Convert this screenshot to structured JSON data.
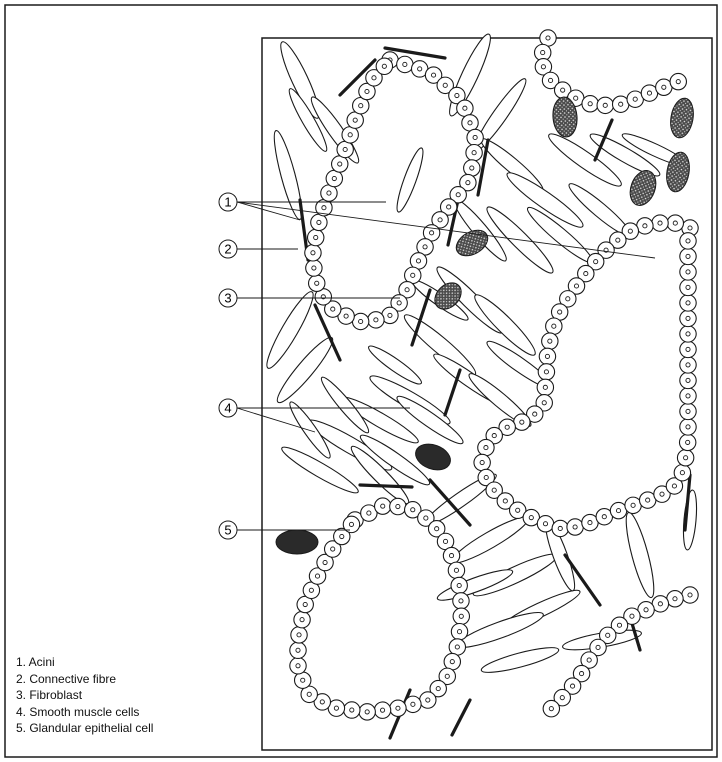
{
  "figure": {
    "stroke_color": "#1a1a1a",
    "dark_cell_color": "#2a2a2a",
    "callouts": [
      {
        "number": "1",
        "label": "Acini"
      },
      {
        "number": "2",
        "label": "Connective fibre"
      },
      {
        "number": "3",
        "label": "Fibroblast"
      },
      {
        "number": "4",
        "label": "Smooth muscle cells"
      },
      {
        "number": "5",
        "label": "Glandular epithelial cell"
      }
    ]
  },
  "legend": {
    "items": [
      "1. Acini",
      "2. Connective fibre",
      "3. Fibroblast",
      "4. Smooth muscle cells",
      "5. Glandular epithelial cell"
    ]
  }
}
